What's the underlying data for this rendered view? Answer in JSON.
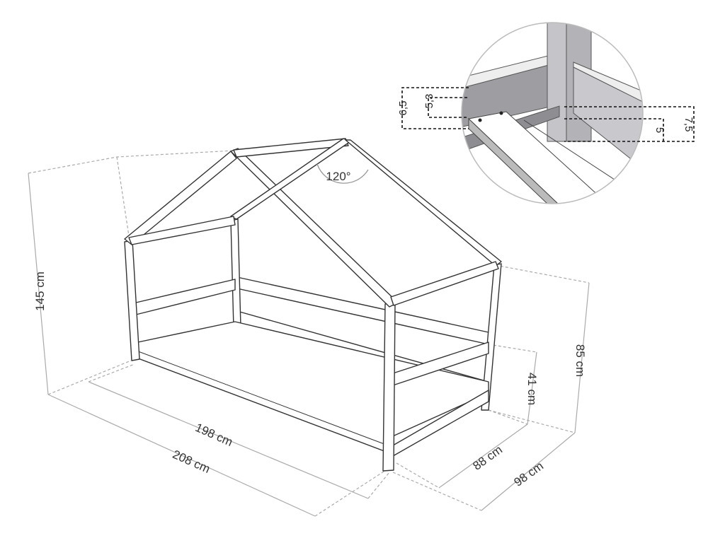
{
  "title": "House bed dimensions diagram",
  "dimensions": {
    "total_height": "145 cm",
    "inner_length": "198 cm",
    "outer_length": "208 cm",
    "roof_angle": "120°",
    "inner_width": "88 cm",
    "outer_width": "98 cm",
    "side_rail_height": "41 cm",
    "side_post_height": "85 cm"
  },
  "detail_inset": {
    "rail_height": "6,5",
    "rail_above_slat": "5,3",
    "post_width": "7,5",
    "slat_support": "5"
  },
  "colors": {
    "line": "#333333",
    "dimension": "#aaaaaa",
    "inset_fill": "#b8b8bc"
  }
}
